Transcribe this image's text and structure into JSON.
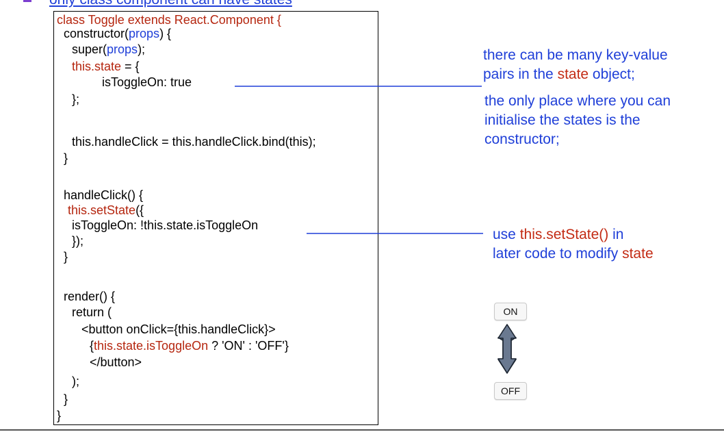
{
  "heading": "only class component can have states",
  "code": {
    "line1": {
      "a": "class Toggle extends React.Component {"
    },
    "line2": {
      "a": "constructor(",
      "b": "props",
      "c": ") {"
    },
    "line3": {
      "a": "super(",
      "b": "props",
      "c": ");"
    },
    "line4": {
      "a": "this.state",
      "b": " = {"
    },
    "line5": {
      "a": "isToggleOn: true"
    },
    "line6": {
      "a": "};"
    },
    "line7": {
      "a": "this.handleClick = this.handleClick.bind(this);"
    },
    "line8": {
      "a": "}"
    },
    "line9": {
      "a": "handleClick() {"
    },
    "line10": {
      "a": "this.setState",
      "b": "({"
    },
    "line11": {
      "a": "isToggleOn: !this.state.isToggleOn"
    },
    "line12": {
      "a": "});"
    },
    "line13": {
      "a": "}"
    },
    "line14": {
      "a": "render() {"
    },
    "line15": {
      "a": "return ("
    },
    "line16": {
      "a": "<button onClick={this.handleClick}>"
    },
    "line17": {
      "a": "{",
      "b": "this.state.isToggleOn",
      "c": " ? 'ON' : 'OFF'}"
    },
    "line18": {
      "a": "</button>"
    },
    "line19": {
      "a": ");"
    },
    "line20": {
      "a": "}"
    },
    "line21": {
      "a": "}"
    }
  },
  "notes": {
    "state_note": {
      "l1": "there can be many key-value",
      "l2a": "pairs in the ",
      "l2b": "state",
      "l2c": " object;",
      "l3": "the only place where you can",
      "l4": "initialise the states is the",
      "l5": "constructor;"
    },
    "setstate_note": {
      "l1a": "use ",
      "l1b": "this.setState()",
      "l1c": " in",
      "l2a": "later code to modify ",
      "l2b": "state"
    }
  },
  "demo": {
    "on_label": "ON",
    "off_label": "OFF"
  },
  "colors": {
    "text_blue": "#1f3fd8",
    "text_red": "#b5260f",
    "bullet_purple": "#7c3fd0"
  }
}
